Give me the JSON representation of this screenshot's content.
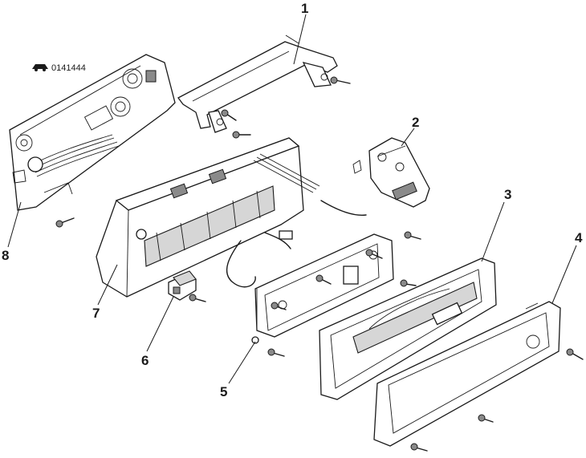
{
  "figure_code": "0141444",
  "callouts": [
    {
      "id": "1",
      "label": "1"
    },
    {
      "id": "2",
      "label": "2"
    },
    {
      "id": "3",
      "label": "3"
    },
    {
      "id": "4",
      "label": "4"
    },
    {
      "id": "5",
      "label": "5"
    },
    {
      "id": "6",
      "label": "6"
    },
    {
      "id": "7",
      "label": "7"
    },
    {
      "id": "8",
      "label": "8"
    }
  ]
}
